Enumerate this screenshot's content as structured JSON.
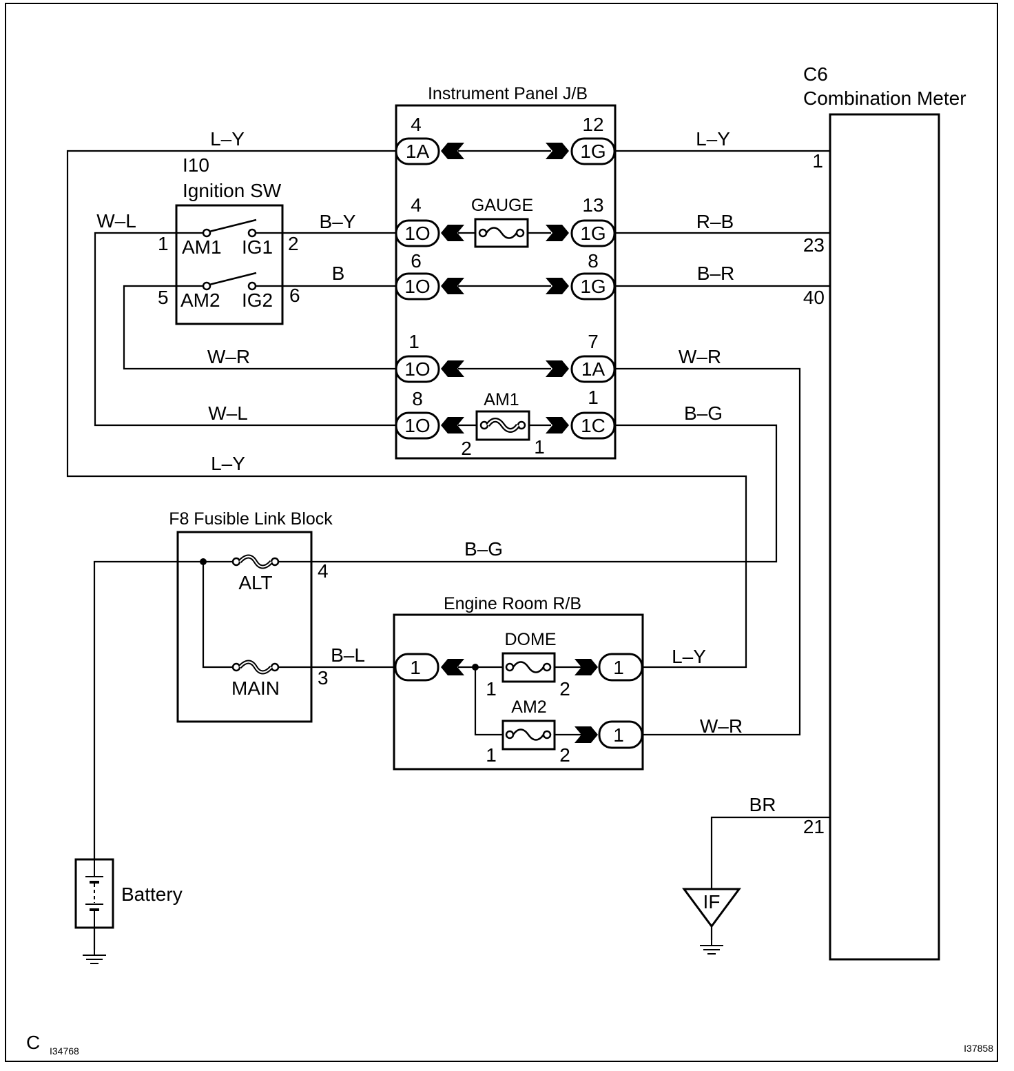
{
  "corner": {
    "left_letter": "C",
    "left_code": "I34768",
    "right_code": "I37858"
  },
  "components": {
    "combination_meter": {
      "code": "C6",
      "name": "Combination Meter",
      "pins": [
        "1",
        "23",
        "40",
        "21"
      ]
    },
    "instrument_panel_jb": {
      "name": "Instrument Panel J/B",
      "rows": [
        {
          "left_pin": "4",
          "left_conn": "1A",
          "right_pin": "12",
          "right_conn": "1G"
        },
        {
          "left_pin": "4",
          "left_conn": "1O",
          "right_pin": "13",
          "right_conn": "1G",
          "fuse": "GAUGE"
        },
        {
          "left_pin": "6",
          "left_conn": "1O",
          "right_pin": "8",
          "right_conn": "1G"
        },
        {
          "left_pin": "1",
          "left_conn": "1O",
          "right_pin": "7",
          "right_conn": "1A"
        },
        {
          "left_pin": "8",
          "left_conn": "1O",
          "right_pin": "1",
          "right_conn": "1C",
          "fuse": "AM1",
          "fuse_pins": [
            "2",
            "1"
          ]
        }
      ]
    },
    "ignition_switch": {
      "code": "I10",
      "name": "Ignition SW",
      "terminals": {
        "am1": "AM1",
        "ig1": "IG1",
        "am2": "AM2",
        "ig2": "IG2"
      },
      "pins": {
        "am1": "1",
        "ig1": "2",
        "am2": "5",
        "ig2": "6"
      }
    },
    "fusible_link_block": {
      "name": "F8 Fusible Link Block",
      "fuses": [
        "ALT",
        "MAIN"
      ],
      "pins": {
        "alt": "4",
        "main": "3"
      }
    },
    "engine_room_rb": {
      "name": "Engine Room R/B",
      "connector": "1",
      "fuses": [
        {
          "name": "DOME",
          "pins": [
            "1",
            "2"
          ],
          "out_conn": "1"
        },
        {
          "name": "AM2",
          "pins": [
            "1",
            "2"
          ],
          "out_conn": "1"
        }
      ]
    },
    "battery": {
      "name": "Battery"
    },
    "ground_point": {
      "name": "IF"
    }
  },
  "wires": {
    "ly_top": "L–Y",
    "ly_meter": "L–Y",
    "wl_sw": "W–L",
    "by": "B–Y",
    "rb": "R–B",
    "b": "B",
    "br_meter": "B–R",
    "wr_left": "W–R",
    "wr_right": "W–R",
    "wl_am1": "W–L",
    "bg_right": "B–G",
    "ly_loop": "L–Y",
    "bg_alt": "B–G",
    "bl": "B–L",
    "ly_dome": "L–Y",
    "wr_am2": "W–R",
    "br_ground": "BR"
  }
}
